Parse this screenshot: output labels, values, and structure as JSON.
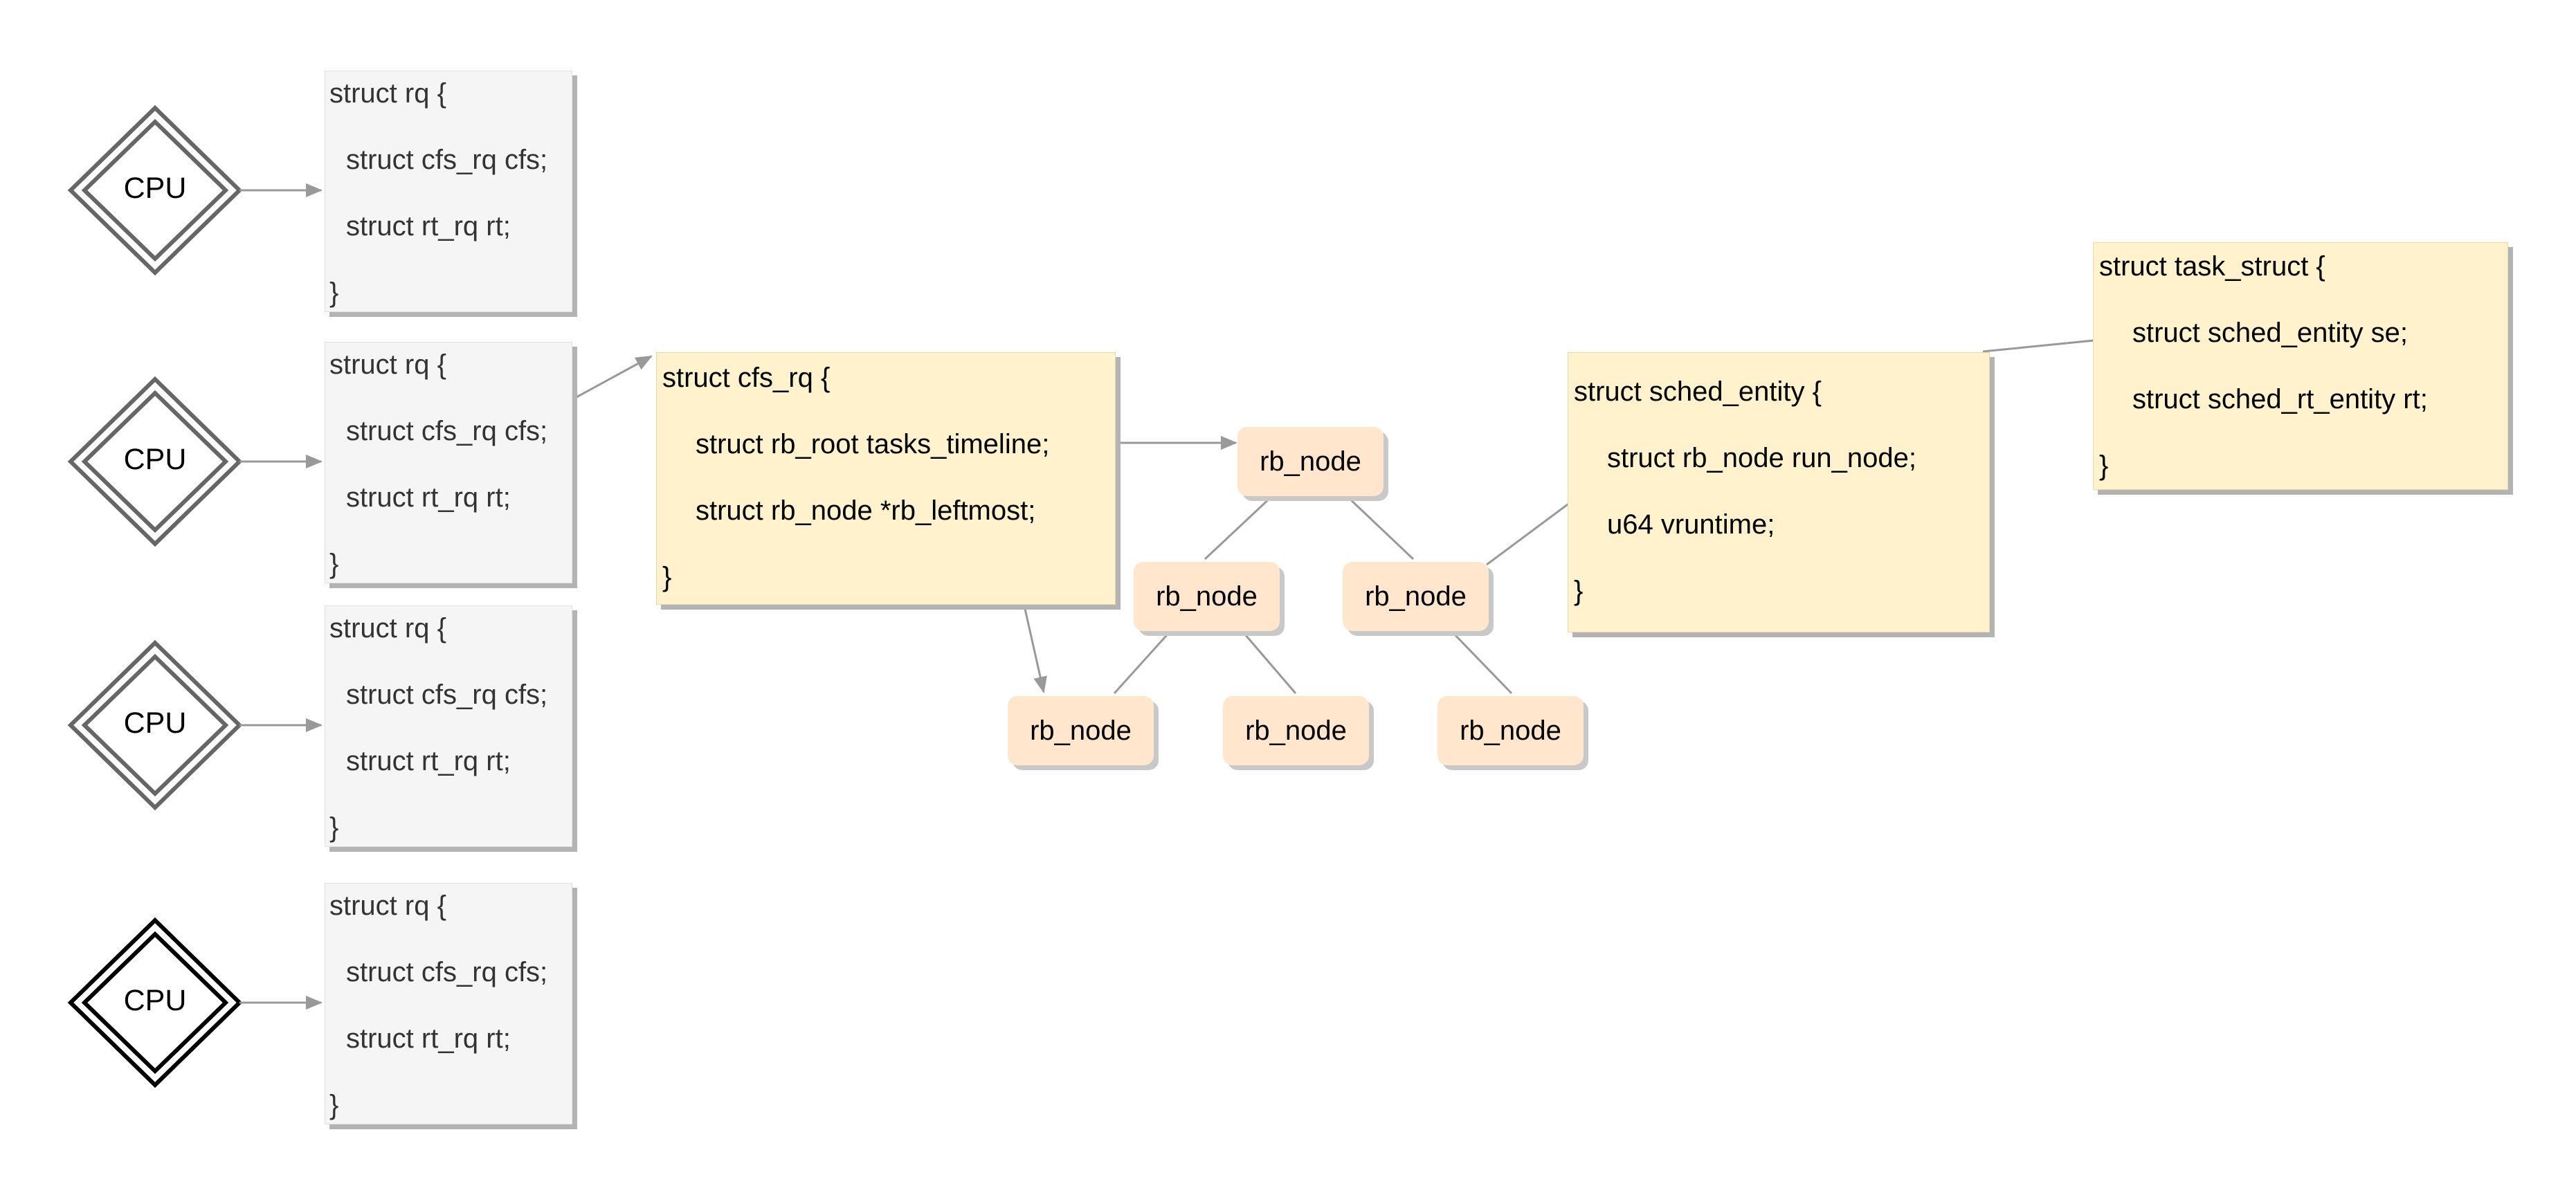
{
  "cpu_label": "CPU",
  "rq_structs": [
    {
      "lines": [
        "struct rq {",
        "struct cfs_rq cfs;",
        "struct rt_rq rt;",
        "}"
      ]
    },
    {
      "lines": [
        "struct rq {",
        "struct cfs_rq cfs;",
        "struct rt_rq rt;",
        "}"
      ]
    },
    {
      "lines": [
        "struct rq {",
        "struct cfs_rq cfs;",
        "struct rt_rq rt;",
        "}"
      ]
    },
    {
      "lines": [
        "struct rq {",
        "struct cfs_rq cfs;",
        "struct rt_rq rt;",
        "}"
      ]
    }
  ],
  "cfs_rq": {
    "lines": [
      "struct cfs_rq {",
      "struct rb_root tasks_timeline;",
      "struct rb_node *rb_leftmost;",
      "}"
    ]
  },
  "sched_entity": {
    "lines": [
      "struct sched_entity {",
      "struct rb_node run_node;",
      "u64 vruntime;",
      "}"
    ]
  },
  "task_struct": {
    "lines": [
      "struct task_struct {",
      "struct sched_entity se;",
      "struct sched_rt_entity rt;",
      "}"
    ]
  },
  "rb_node_label": "rb_node",
  "colors": {
    "rq_fill": "#f5f5f5",
    "struct_fill": "#fff2cc",
    "node_fill": "#ffe6cc",
    "connector": "#999999",
    "cpu_outline_gray": "#666666",
    "cpu_outline_black": "#000000"
  }
}
